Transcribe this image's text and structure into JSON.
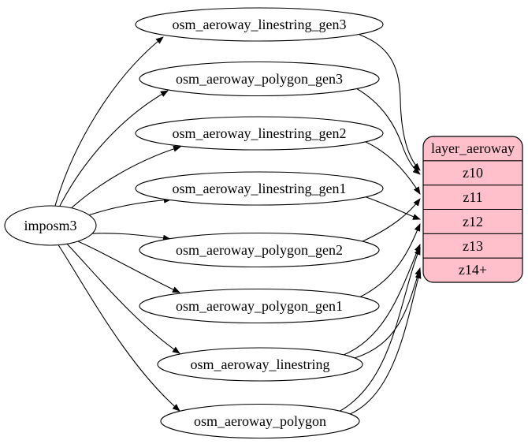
{
  "source": {
    "label": "imposm3"
  },
  "tables": [
    {
      "label": "osm_aeroway_linestring_gen3"
    },
    {
      "label": "osm_aeroway_polygon_gen3"
    },
    {
      "label": "osm_aeroway_linestring_gen2"
    },
    {
      "label": "osm_aeroway_linestring_gen1"
    },
    {
      "label": "osm_aeroway_polygon_gen2"
    },
    {
      "label": "osm_aeroway_polygon_gen1"
    },
    {
      "label": "osm_aeroway_linestring"
    },
    {
      "label": "osm_aeroway_polygon"
    }
  ],
  "layer": {
    "title": "layer_aeroway",
    "rows": [
      "z10",
      "z11",
      "z12",
      "z13",
      "z14+"
    ],
    "fill": "#ffc0cb",
    "border": "#000000"
  },
  "edges": {
    "stroke": "#000000",
    "source_to_tables": [
      {
        "from": "imposm3",
        "to": "osm_aeroway_linestring_gen3"
      },
      {
        "from": "imposm3",
        "to": "osm_aeroway_polygon_gen3"
      },
      {
        "from": "imposm3",
        "to": "osm_aeroway_linestring_gen2"
      },
      {
        "from": "imposm3",
        "to": "osm_aeroway_linestring_gen1"
      },
      {
        "from": "imposm3",
        "to": "osm_aeroway_polygon_gen2"
      },
      {
        "from": "imposm3",
        "to": "osm_aeroway_polygon_gen1"
      },
      {
        "from": "imposm3",
        "to": "osm_aeroway_linestring"
      },
      {
        "from": "imposm3",
        "to": "osm_aeroway_polygon"
      }
    ],
    "tables_to_layer": [
      {
        "from": "osm_aeroway_linestring_gen3",
        "to": "z10"
      },
      {
        "from": "osm_aeroway_polygon_gen3",
        "to": "z10"
      },
      {
        "from": "osm_aeroway_linestring_gen2",
        "to": "z11"
      },
      {
        "from": "osm_aeroway_polygon_gen2",
        "to": "z11"
      },
      {
        "from": "osm_aeroway_linestring_gen1",
        "to": "z12"
      },
      {
        "from": "osm_aeroway_polygon_gen1",
        "to": "z12"
      },
      {
        "from": "osm_aeroway_linestring",
        "to": "z13"
      },
      {
        "from": "osm_aeroway_polygon",
        "to": "z13"
      },
      {
        "from": "osm_aeroway_linestring",
        "to": "z14+"
      },
      {
        "from": "osm_aeroway_polygon",
        "to": "z14+"
      }
    ]
  }
}
